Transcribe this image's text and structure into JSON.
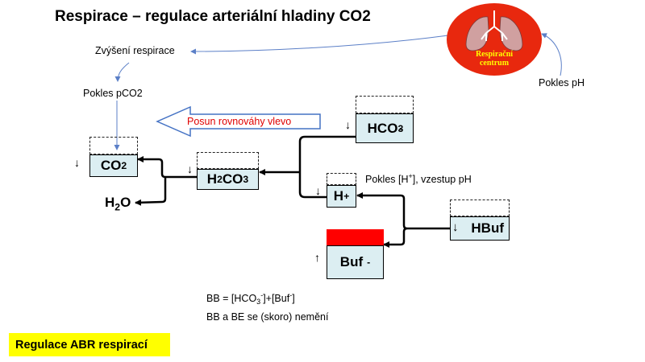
{
  "title": "Respirace – regulace arteriální hladiny CO2",
  "respiratory_center": {
    "line1": "Respirační",
    "line2": "centrum"
  },
  "labels": {
    "increase_respiration": "Zvýšení respirace",
    "decrease_pco2": "Pokles pCO2",
    "decrease_ph": "Pokles pH",
    "shift_equilibrium": "Posun rovnováhy vlevo",
    "h_decrease": "Pokles [H",
    "h_decrease_plus": "+",
    "h_decrease_rest": "], vzestup pH"
  },
  "species": {
    "co2": {
      "main": "CO",
      "sub": "2"
    },
    "h2o": {
      "main": "H",
      "sub": "2",
      "rest": "O"
    },
    "h2co3": {
      "p1": "H",
      "s1": "2",
      "p2": "CO",
      "s2": "3"
    },
    "hco3": {
      "main": "HCO",
      "sub": "3",
      "sup": "-"
    },
    "h": {
      "main": "H",
      "sup": "+"
    },
    "hbuf": "HBuf",
    "buf": {
      "main": "Buf",
      "sup": "-"
    }
  },
  "arrows": {
    "down": "↓",
    "up": "↑"
  },
  "formula": {
    "bb_prefix": "BB = [HCO",
    "bb_sub": "3",
    "bb_sup1": "-",
    "bb_mid": "]+[Buf",
    "bb_sup2": "-",
    "bb_end": "]",
    "note": "BB a BE se (skoro) nemění"
  },
  "legend": "Regulace ABR respirací",
  "colors": {
    "box_fill": "#dceef2",
    "resp_center": "#e8280e",
    "red_bar": "#ff0000",
    "shift_text": "#e00000",
    "legend_bg": "#ffff00",
    "blue_arrow": "#5b7fc7"
  }
}
